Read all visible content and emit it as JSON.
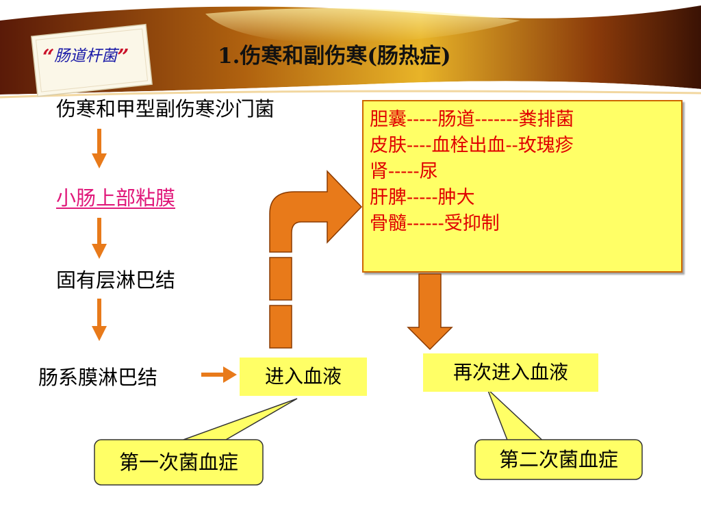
{
  "header": {
    "logo_text": "肠道杆菌",
    "title": "1.伤寒和副伤寒(肠热症)"
  },
  "flow": {
    "step1": "伤寒和甲型副伤寒沙门菌",
    "step2": "小肠上部粘膜",
    "step3": "固有层淋巴结",
    "step4": "肠系膜淋巴结"
  },
  "organ_box": {
    "lines": [
      "胆囊-----肠道-------粪排菌",
      "皮肤----血栓出血--玫瑰疹",
      "肾-----尿",
      "肝脾-----肿大",
      "骨髓------受抑制"
    ]
  },
  "blood": {
    "enter": "进入血液",
    "reenter": "再次进入血液"
  },
  "callouts": {
    "first": "第一次菌血症",
    "second": "第二次菌血症"
  },
  "colors": {
    "arrow_orange": "#e87a1a",
    "box_yellow": "#ffff66",
    "organ_text_red": "#e00000",
    "link_pink": "#e0187a"
  }
}
